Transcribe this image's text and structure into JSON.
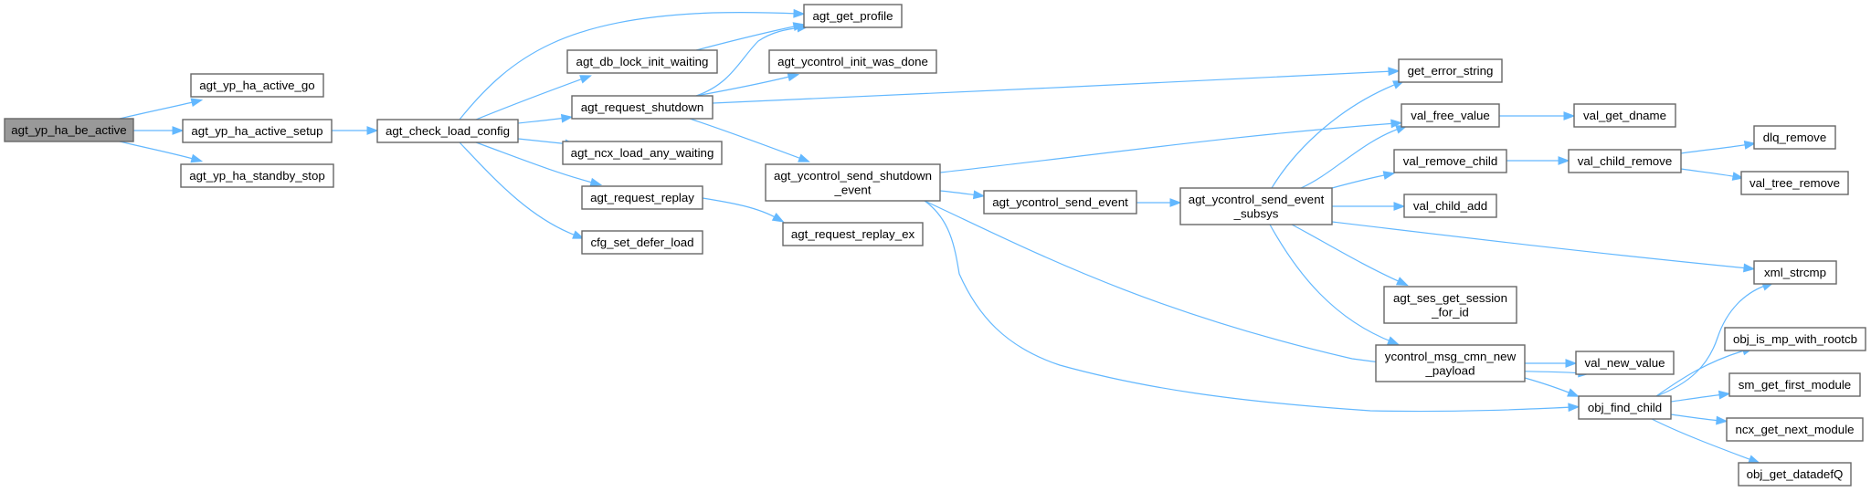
{
  "diagram": {
    "type": "call-graph",
    "colors": {
      "edge": "#63b8ff",
      "node_border": "#666666",
      "root_fill": "#999999",
      "node_fill": "#ffffff"
    },
    "nodes": [
      {
        "id": "n0",
        "lines": [
          "agt_yp_ha_be_active"
        ],
        "root": true
      },
      {
        "id": "n1",
        "lines": [
          "agt_yp_ha_active_go"
        ]
      },
      {
        "id": "n2",
        "lines": [
          "agt_yp_ha_active_setup"
        ]
      },
      {
        "id": "n3",
        "lines": [
          "agt_yp_ha_standby_stop"
        ]
      },
      {
        "id": "n4",
        "lines": [
          "agt_check_load_config"
        ]
      },
      {
        "id": "n5",
        "lines": [
          "agt_db_lock_init_waiting"
        ]
      },
      {
        "id": "n6",
        "lines": [
          "agt_request_shutdown"
        ]
      },
      {
        "id": "n7",
        "lines": [
          "agt_ncx_load_any_waiting"
        ]
      },
      {
        "id": "n8",
        "lines": [
          "agt_request_replay"
        ]
      },
      {
        "id": "n9",
        "lines": [
          "cfg_set_defer_load"
        ]
      },
      {
        "id": "n10",
        "lines": [
          "agt_get_profile"
        ]
      },
      {
        "id": "n11",
        "lines": [
          "agt_ycontrol_init_was_done"
        ]
      },
      {
        "id": "n12",
        "lines": [
          "agt_ycontrol_send_shutdown",
          "_event"
        ]
      },
      {
        "id": "n13",
        "lines": [
          "agt_request_replay_ex"
        ]
      },
      {
        "id": "n14",
        "lines": [
          "agt_ycontrol_send_event"
        ]
      },
      {
        "id": "n15",
        "lines": [
          "agt_ycontrol_send_event",
          "_subsys"
        ]
      },
      {
        "id": "n16",
        "lines": [
          "get_error_string"
        ]
      },
      {
        "id": "n17",
        "lines": [
          "val_free_value"
        ]
      },
      {
        "id": "n18",
        "lines": [
          "val_remove_child"
        ]
      },
      {
        "id": "n19",
        "lines": [
          "val_child_add"
        ]
      },
      {
        "id": "n20",
        "lines": [
          "agt_ses_get_session",
          "_for_id"
        ]
      },
      {
        "id": "n21",
        "lines": [
          "ycontrol_msg_cmn_new",
          "_payload"
        ]
      },
      {
        "id": "n22",
        "lines": [
          "val_new_value"
        ]
      },
      {
        "id": "n23",
        "lines": [
          "obj_find_child"
        ]
      },
      {
        "id": "n24",
        "lines": [
          "val_get_dname"
        ]
      },
      {
        "id": "n25",
        "lines": [
          "val_child_remove"
        ]
      },
      {
        "id": "n26",
        "lines": [
          "dlq_remove"
        ]
      },
      {
        "id": "n27",
        "lines": [
          "val_tree_remove"
        ]
      },
      {
        "id": "n28",
        "lines": [
          "xml_strcmp"
        ]
      },
      {
        "id": "n29",
        "lines": [
          "obj_is_mp_with_rootcb"
        ]
      },
      {
        "id": "n30",
        "lines": [
          "sm_get_first_module"
        ]
      },
      {
        "id": "n31",
        "lines": [
          "ncx_get_next_module"
        ]
      },
      {
        "id": "n32",
        "lines": [
          "obj_get_datadefQ"
        ]
      }
    ],
    "edges": [
      {
        "from": "n0",
        "to": "n1"
      },
      {
        "from": "n0",
        "to": "n2"
      },
      {
        "from": "n0",
        "to": "n3"
      },
      {
        "from": "n2",
        "to": "n4"
      },
      {
        "from": "n4",
        "to": "n10"
      },
      {
        "from": "n4",
        "to": "n5"
      },
      {
        "from": "n4",
        "to": "n6"
      },
      {
        "from": "n4",
        "to": "n7"
      },
      {
        "from": "n4",
        "to": "n8"
      },
      {
        "from": "n4",
        "to": "n9"
      },
      {
        "from": "n5",
        "to": "n10"
      },
      {
        "from": "n6",
        "to": "n10"
      },
      {
        "from": "n6",
        "to": "n11"
      },
      {
        "from": "n6",
        "to": "n16"
      },
      {
        "from": "n6",
        "to": "n12"
      },
      {
        "from": "n8",
        "to": "n13"
      },
      {
        "from": "n12",
        "to": "n17"
      },
      {
        "from": "n12",
        "to": "n14"
      },
      {
        "from": "n12",
        "to": "n22"
      },
      {
        "from": "n12",
        "to": "n23"
      },
      {
        "from": "n14",
        "to": "n15"
      },
      {
        "from": "n15",
        "to": "n16"
      },
      {
        "from": "n15",
        "to": "n17"
      },
      {
        "from": "n15",
        "to": "n18"
      },
      {
        "from": "n15",
        "to": "n19"
      },
      {
        "from": "n15",
        "to": "n28"
      },
      {
        "from": "n15",
        "to": "n20"
      },
      {
        "from": "n15",
        "to": "n21"
      },
      {
        "from": "n17",
        "to": "n24"
      },
      {
        "from": "n18",
        "to": "n25"
      },
      {
        "from": "n25",
        "to": "n26"
      },
      {
        "from": "n25",
        "to": "n27"
      },
      {
        "from": "n21",
        "to": "n22"
      },
      {
        "from": "n21",
        "to": "n23"
      },
      {
        "from": "n23",
        "to": "n28"
      },
      {
        "from": "n23",
        "to": "n29"
      },
      {
        "from": "n23",
        "to": "n30"
      },
      {
        "from": "n23",
        "to": "n31"
      },
      {
        "from": "n23",
        "to": "n32"
      }
    ]
  }
}
